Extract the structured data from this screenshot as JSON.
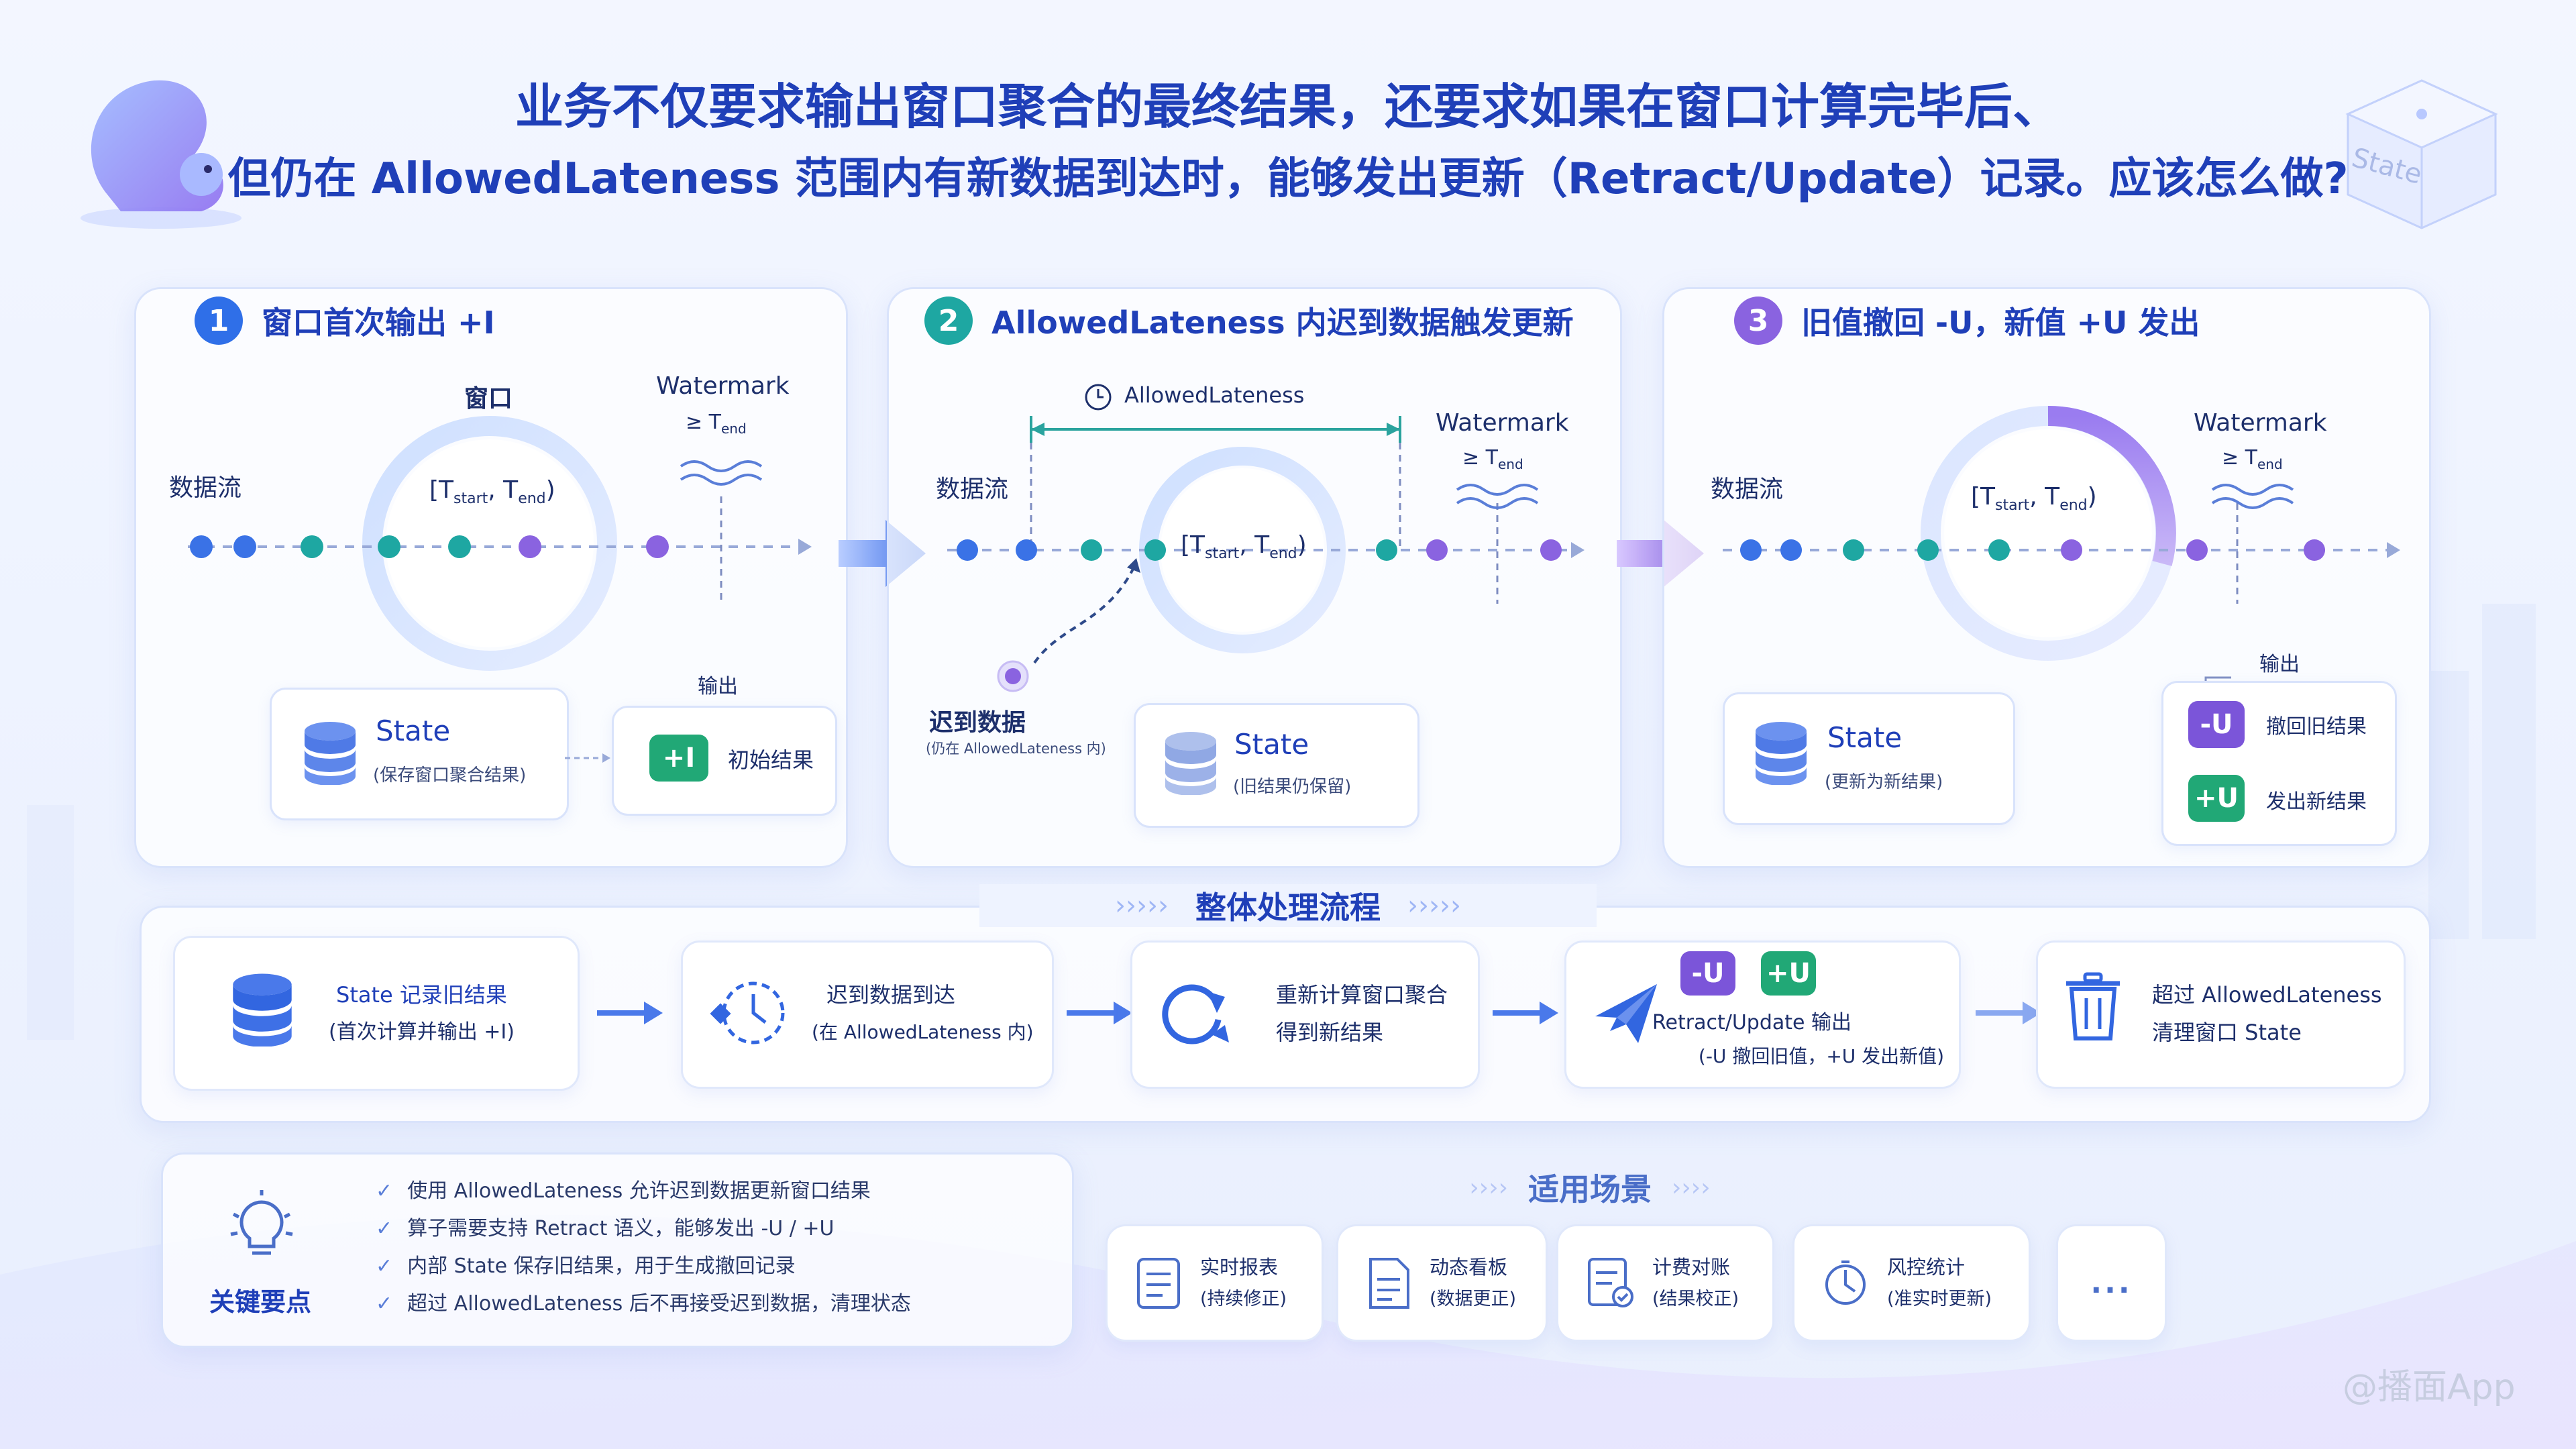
{
  "title": {
    "line1": "业务不仅要求输出窗口聚合的最终结果，还要求如果在窗口计算完毕后、",
    "line2": "但仍在 AllowedLateness 范围内有新数据到达时，能够发出更新（Retract/Update）记录。应该怎么做?"
  },
  "decor": {
    "cube_label": "State"
  },
  "steps": [
    {
      "num": "1",
      "title": "窗口首次输出 +I",
      "window_label": "窗口",
      "watermark": "Watermark",
      "stream_label": "数据流",
      "state_title": "State",
      "state_sub": "(保存窗口聚合结果)",
      "output_label": "输出",
      "badge": "+I",
      "result": "初始结果"
    },
    {
      "num": "2",
      "title": "AllowedLateness 内迟到数据触发更新",
      "lateness_label": "AllowedLateness",
      "watermark": "Watermark",
      "stream_label": "数据流",
      "late_label": "迟到数据",
      "late_sub": "(仍在 AllowedLateness 内)",
      "state_title": "State",
      "state_sub": "(旧结果仍保留)"
    },
    {
      "num": "3",
      "title": "旧值撤回 -U，新值 +U 发出",
      "watermark": "Watermark",
      "stream_label": "数据流",
      "state_title": "State",
      "state_sub": "(更新为新结果)",
      "output_label": "输出",
      "badge_retract": "-U",
      "retract_text": "撤回旧结果",
      "badge_update": "+U",
      "update_text": "发出新结果"
    }
  ],
  "flow": {
    "title": "整体处理流程",
    "items": [
      {
        "line1": "State 记录旧结果",
        "line2": "(首次计算并输出 +I)"
      },
      {
        "line1": "迟到数据到达",
        "line2": "(在 AllowedLateness 内)"
      },
      {
        "line1": "重新计算窗口聚合",
        "line2": "得到新结果"
      },
      {
        "badge1": "-U",
        "badge2": "+U",
        "line1": "Retract/Update 输出",
        "line2": "(-U 撤回旧值，+U 发出新值)"
      },
      {
        "line1": "超过 AllowedLateness",
        "line2": "清理窗口 State"
      }
    ]
  },
  "key_points": {
    "title": "关键要点",
    "items": [
      "使用 AllowedLateness 允许迟到数据更新窗口结果",
      "算子需要支持 Retract 语义，能够发出 -U / +U",
      "内部 State 保存旧结果，用于生成撤回记录",
      "超过 AllowedLateness 后不再接受迟到数据，清理状态"
    ]
  },
  "scenarios": {
    "title": "适用场景",
    "items": [
      {
        "line1": "实时报表",
        "line2": "(持续修正)"
      },
      {
        "line1": "动态看板",
        "line2": "(数据更正)"
      },
      {
        "line1": "计费对账",
        "line2": "(结果校正)"
      },
      {
        "line1": "风控统计",
        "line2": "(准实时更新)"
      }
    ],
    "more": "..."
  },
  "watermark_brand": "@播面App",
  "colors": {
    "blue": "#2f6fe8",
    "teal": "#1ea7a2",
    "purple": "#8a63e0",
    "green": "#21a876"
  }
}
